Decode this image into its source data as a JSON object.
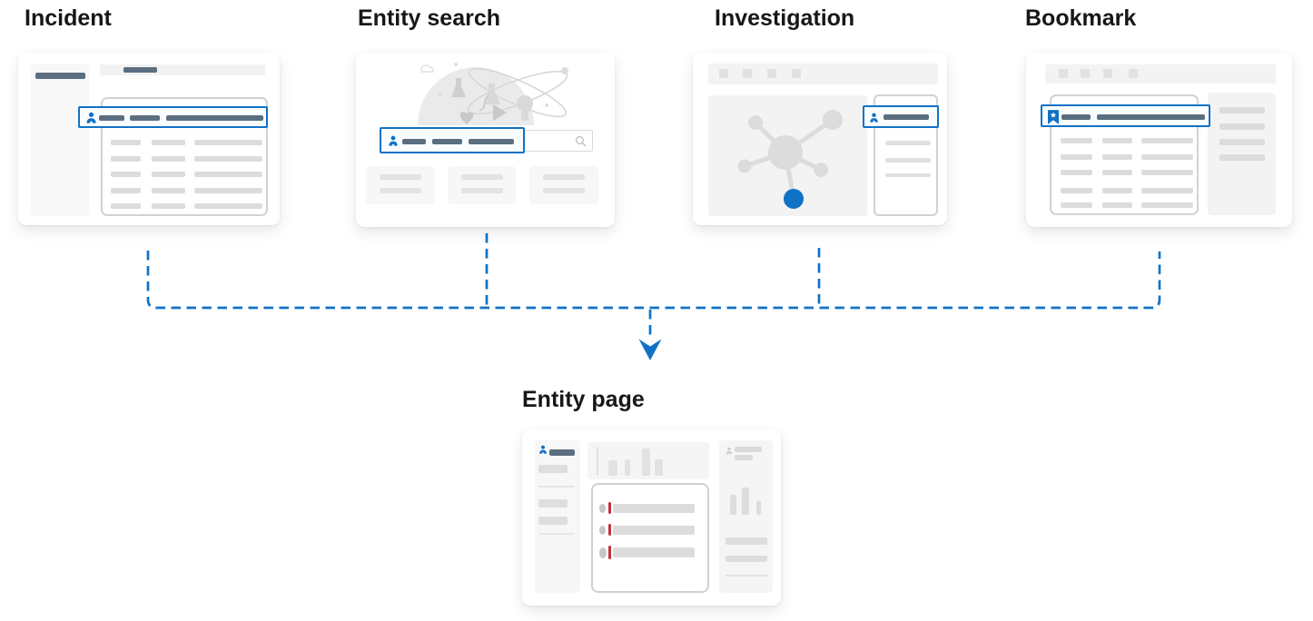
{
  "page": {
    "type": "flow-diagram",
    "background": "#ffffff"
  },
  "colors": {
    "accent_blue": "#1072c6",
    "slate_bar": "#5b6e80",
    "red_marker": "#c5303a"
  },
  "labels": {
    "incident": "Incident",
    "entity_search": "Entity search",
    "investigation": "Investigation",
    "bookmark": "Bookmark",
    "entity_page": "Entity page"
  },
  "flow": {
    "sources": [
      "Incident",
      "Entity search",
      "Investigation",
      "Bookmark"
    ],
    "target": "Entity page",
    "connector_style": "dashed blue lines merging into a down arrow"
  },
  "icons": {
    "user_entity": "person-silhouette",
    "bookmark": "bookmark-ribbon-with-star",
    "search": "magnifier"
  }
}
